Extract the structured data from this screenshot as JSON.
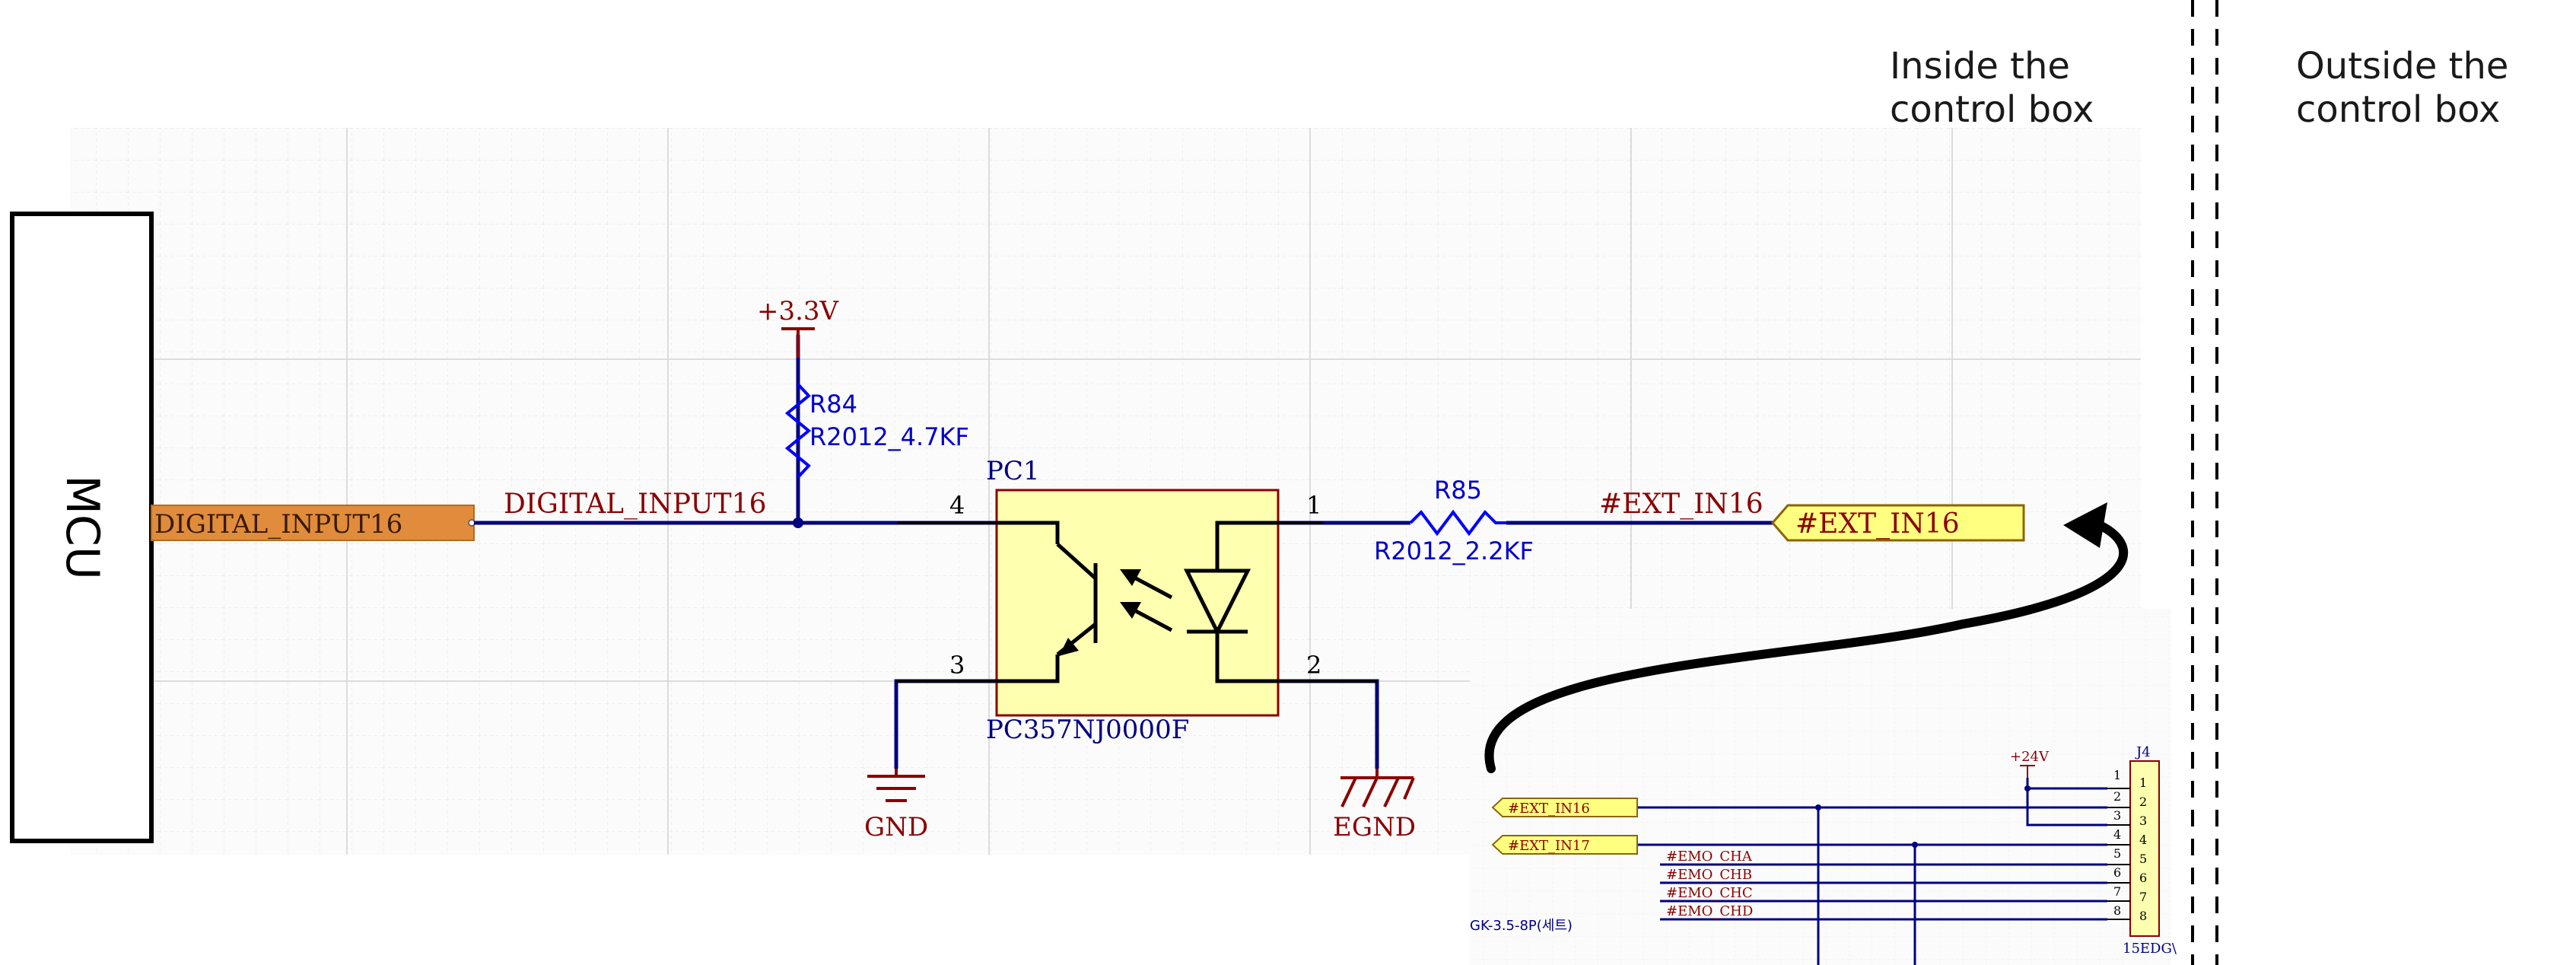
{
  "annotations": {
    "inside_line1": "Inside the",
    "inside_line2": "control box",
    "outside_line1": "Outside the",
    "outside_line2": "control box",
    "mcu_label": "MCU"
  },
  "main_schematic": {
    "port_left": "DIGITAL_INPUT16",
    "net_left": "DIGITAL_INPUT16",
    "power_label": "+3.3V",
    "r84_name": "R84",
    "r84_value": "R2012_4.7KF",
    "pc1_name": "PC1",
    "pc1_part": "PC357NJ0000F",
    "pin1": "1",
    "pin2": "2",
    "pin3": "3",
    "pin4": "4",
    "r85_name": "R85",
    "r85_value": "R2012_2.2KF",
    "net_right": "#EXT_IN16",
    "port_right": "#EXT_IN16",
    "gnd_label": "GND",
    "egnd_label": "EGND"
  },
  "inset_schematic": {
    "port1": "#EXT_IN16",
    "port2": "#EXT_IN17",
    "power_label": "+24V",
    "connector_name": "J4",
    "nets": [
      "#EMO_CHA",
      "#EMO_CHB",
      "#EMO_CHC",
      "#EMO_CHD"
    ],
    "pins_outer": [
      "1",
      "2",
      "3",
      "4",
      "5",
      "6",
      "7",
      "8"
    ],
    "pins_inner": [
      "1",
      "2",
      "3",
      "4",
      "5",
      "6",
      "7",
      "8"
    ],
    "connector_part": "GK-3.5-8P(세트)",
    "connector_footprint": "15EDG\\"
  },
  "colors": {
    "wire": "#000080",
    "component": "#0000ff",
    "dark_red": "#8b0000",
    "port_fill_left": "#e08c3c",
    "port_fill_right": "#ffff80",
    "ic_fill": "#ffffb0"
  }
}
